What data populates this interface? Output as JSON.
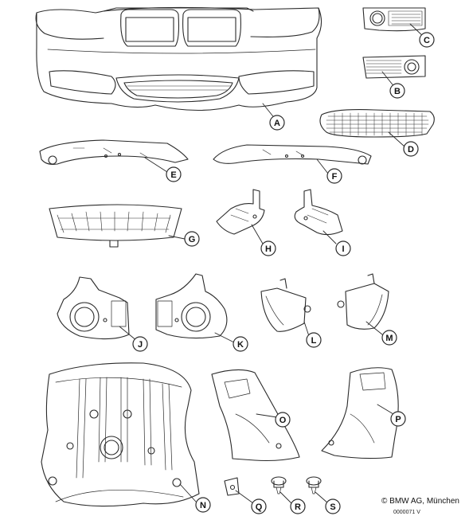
{
  "callouts": {
    "A": "A",
    "B": "B",
    "C": "C",
    "D": "D",
    "E": "E",
    "F": "F",
    "G": "G",
    "H": "H",
    "I": "I",
    "J": "J",
    "K": "K",
    "L": "L",
    "M": "M",
    "N": "N",
    "O": "O",
    "P": "P",
    "Q": "Q",
    "R": "R",
    "S": "S"
  },
  "copyright": "© BMW AG, München",
  "figure_number": "0000071 V",
  "colors": {
    "stroke": "#2a2a2a",
    "background": "#ffffff",
    "callout_fill": "#ffffff"
  }
}
